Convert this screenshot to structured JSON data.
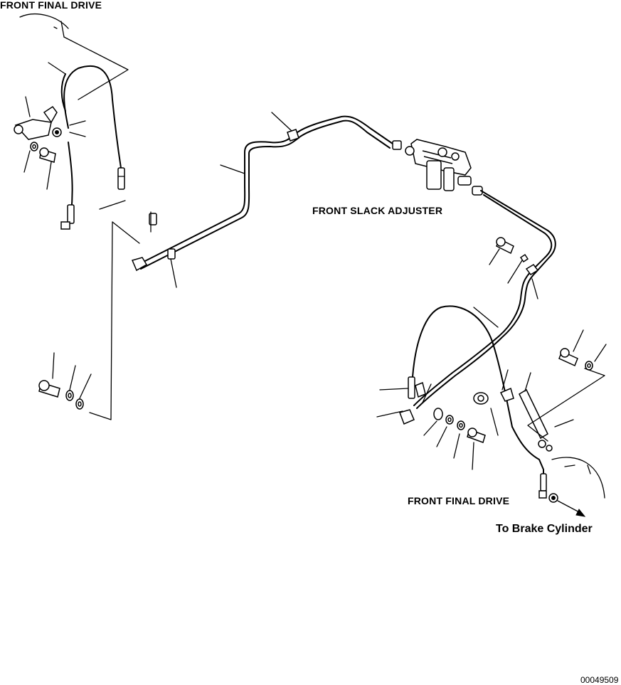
{
  "labels": {
    "front_final_drive_top": "FRONT FINAL DRIVE",
    "front_slack_adjuster": "FRONT SLACK ADJUSTER",
    "front_final_drive_bottom": "FRONT FINAL DRIVE",
    "to_brake_cylinder": "To Brake Cylinder",
    "drawing_number": "00049509"
  },
  "colors": {
    "line": "#000000",
    "background": "#ffffff"
  }
}
